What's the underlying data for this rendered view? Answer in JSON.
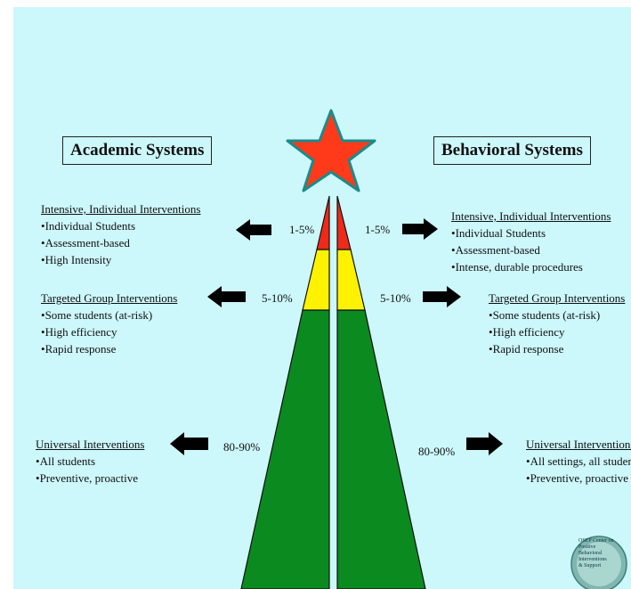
{
  "academic": {
    "title": "Academic Systems",
    "intensive": {
      "heading": "Intensive, Individual Interventions",
      "items": [
        "Individual Students",
        "Assessment-based",
        "High Intensity"
      ],
      "percent": "1-5%"
    },
    "targeted": {
      "heading": "Targeted Group Interventions",
      "items": [
        "Some students (at-risk)",
        "High efficiency",
        "Rapid response"
      ],
      "percent": "5-10%"
    },
    "universal": {
      "heading": "Universal Interventions",
      "items": [
        "All students",
        "Preventive,  proactive"
      ],
      "percent": "80-90%"
    }
  },
  "behavioral": {
    "title": "Behavioral Systems",
    "intensive": {
      "heading": "Intensive, Individual Interventions",
      "items": [
        "Individual Students",
        "Assessment-based",
        "Intense, durable procedures"
      ],
      "percent": "1-5%"
    },
    "targeted": {
      "heading": "Targeted Group Interventions",
      "items": [
        "Some students (at-risk)",
        "High efficiency",
        "Rapid response"
      ],
      "percent": "5-10%"
    },
    "universal": {
      "heading": "Universal Interventions",
      "items": [
        "All settings, all students",
        "Preventive,  proactive"
      ],
      "percent": "80-90%"
    }
  },
  "colors": {
    "background": "#ccf7fb",
    "tier_intensive": "#ee2a1a",
    "tier_targeted": "#fff200",
    "tier_universal": "#0b8a1f",
    "star_fill": "#ff3a1a",
    "star_outline": "#1c8a8a"
  },
  "logo": {
    "lines": [
      "OSEP Center on",
      "Positive",
      "Behavioral",
      "Interventions",
      "& Support"
    ]
  }
}
